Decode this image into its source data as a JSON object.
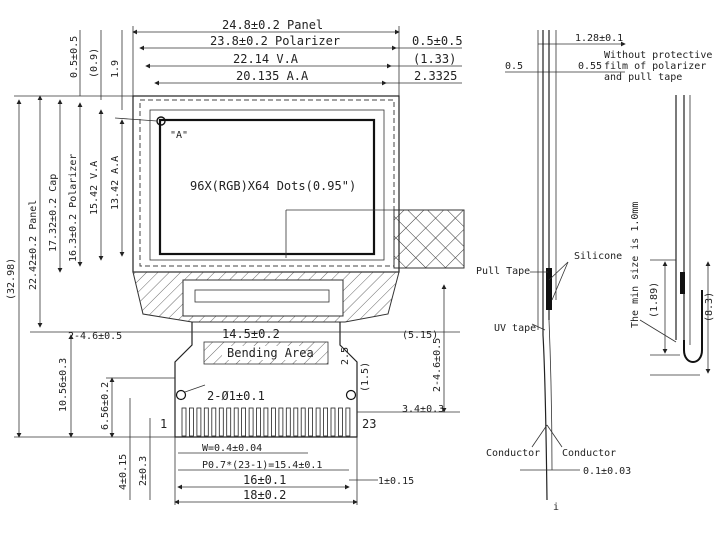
{
  "front_view": {
    "panel_width": "24.8±0.2 Panel",
    "polarizer_width": "23.8±0.2 Polarizer",
    "polarizer_offset": "0.5±0.5",
    "va_width": "22.14 V.A",
    "va_offset": "(1.33)",
    "aa_width": "20.135 A.A",
    "aa_offset": "2.3325",
    "top_offset_1": "0.5±0.5",
    "top_offset_2": "(0.9)",
    "top_offset_3": "1.9",
    "overall_height": "(32.98)",
    "panel_height": "22.42±0.2 Panel",
    "cap_height": "17.32±0.2 Cap",
    "polarizer_height": "16.3±0.2 Polarizer",
    "va_height": "15.42 V.A",
    "aa_height": "13.42 A.A",
    "detail_marker": "\"A\"",
    "display_text": "96X(RGB)X64 Dots(0.95\")",
    "fpc_width_left": "2-4.6±0.5",
    "fpc_width": "14.5±0.2",
    "fpc_right": "(5.15)",
    "bending_area": "Bending Area",
    "bend_dim_1": "2.5",
    "bend_dim_2": "(1.5)",
    "tail_height_right": "2-4.6±0.5",
    "hole_label": "2-Ø1±0.1",
    "tail_right_dim": "3.4±0.3",
    "tail_height": "10.56±0.3",
    "pad_zone_height": "6.56±0.2",
    "pin_first": "1",
    "pin_last": "23",
    "pad_width": "W=0.4±0.04",
    "pitch": "P0.7*(23-1)=15.4±0.1",
    "pad_span": "16±0.1",
    "pad_side": "1±0.15",
    "tail_width": "18±0.2",
    "bottom_h1": "4±0.15",
    "bottom_h2": "2±0.3"
  },
  "side_view": {
    "thickness_total": "1.28±0.1",
    "thickness_a": "0.5",
    "thickness_b": "0.55",
    "note_1": "Without protective",
    "note_2": "film of polarizer",
    "note_3": "and pull tape",
    "pull_tape": "Pull Tape",
    "silicone": "Silicone",
    "uv_tape": "UV tape",
    "conductor_left": "Conductor",
    "conductor_right": "Conductor",
    "conductor_thickness": "0.1±0.03"
  },
  "bend_view": {
    "min_size_note": "The min size is 1.0mm",
    "dim_a": "(1.89)",
    "dim_b": "(8.3)"
  },
  "footer_mark": "i"
}
